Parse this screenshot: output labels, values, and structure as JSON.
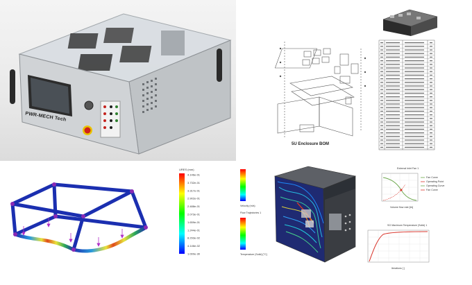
{
  "render": {
    "brand_label": "PWR-MECH Tech"
  },
  "bom": {
    "title": "5U Enclosure BOM"
  },
  "fea": {
    "legend_title": "URES (mm)",
    "legend_values": [
      "4.146e-01",
      "3.732e-01",
      "3.317e-01",
      "2.902e-01",
      "2.488e-01",
      "2.073e-01",
      "1.659e-01",
      "1.244e-01",
      "8.293e-02",
      "4.146e-02",
      "1.000e-30"
    ]
  },
  "cfd": {
    "legend1_title": "Velocity (m/s)",
    "legend2_title": "Flow Trajectories 1",
    "legend2_unit": "Temperature (Solid) [°C]",
    "chart1_title": "External Inlet Fan 1",
    "chart1_legend": [
      "Fan Curve",
      "Operating Point",
      "Operating Curve",
      "Fan Curve"
    ],
    "chart1_xlabel": "Volume flow rate [l/s]",
    "chart2_title": "SG Maximum Temperature (Solid) 1",
    "chart2_xlabel": "Iterations [ ]"
  },
  "colors": {
    "frame_blue": "#1b2fb0",
    "enclosure_grey": "#c8c8c8",
    "panel_dark": "#2c2c2c",
    "chart_red": "#d9342b",
    "chart_green": "#6aa64a"
  }
}
